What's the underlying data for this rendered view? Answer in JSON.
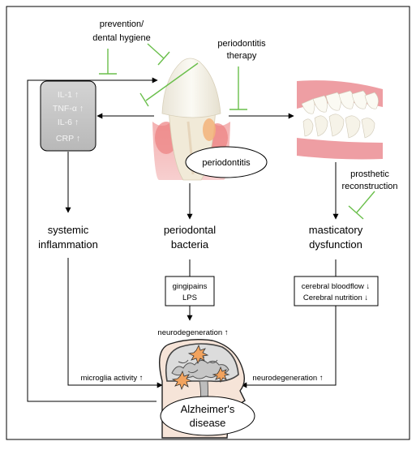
{
  "colors": {
    "inhibitor_green": "#6abf4b",
    "arrow": "#000000",
    "cytokine_box_fill": "#c9c9c9",
    "gum_pink": "#ef9a9a",
    "tooth": "#f7f4ea",
    "lesion": "#f3b37a"
  },
  "interventions": {
    "prevention_line1": "prevention/",
    "prevention_line2": "dental hygiene",
    "therapy_line1": "periodontitis",
    "therapy_line2": "therapy",
    "prosthetic_line1": "prosthetic",
    "prosthetic_line2": "reconstruction"
  },
  "cytokines": [
    "IL-1 ↑",
    "TNF-α ↑",
    "IL-6 ↑",
    "CRP ↑"
  ],
  "center": {
    "periodontitis": "periodontitis",
    "bacteria_line1": "periodontal",
    "bacteria_line2": "bacteria",
    "virulence_line1": "gingipains",
    "virulence_line2": "LPS",
    "neuro_center": "neurodegeneration ↑"
  },
  "left": {
    "systemic_line1": "systemic",
    "systemic_line2": "inflammation",
    "microglia": "microglia activity ↑"
  },
  "right": {
    "masticatory_line1": "masticatory",
    "masticatory_line2": "dysfunction",
    "bloodflow": "cerebral bloodflow ↓",
    "nutrition": "Cerebral nutrition ↓",
    "neuro_right": "neurodegeneration ↑"
  },
  "outcome": {
    "alz_line1": "Alzheimer's",
    "alz_line2": "disease"
  },
  "icons": [
    "tooth-illustration",
    "dentition-illustration",
    "brain-head-illustration",
    "inflammation-star-icon"
  ]
}
